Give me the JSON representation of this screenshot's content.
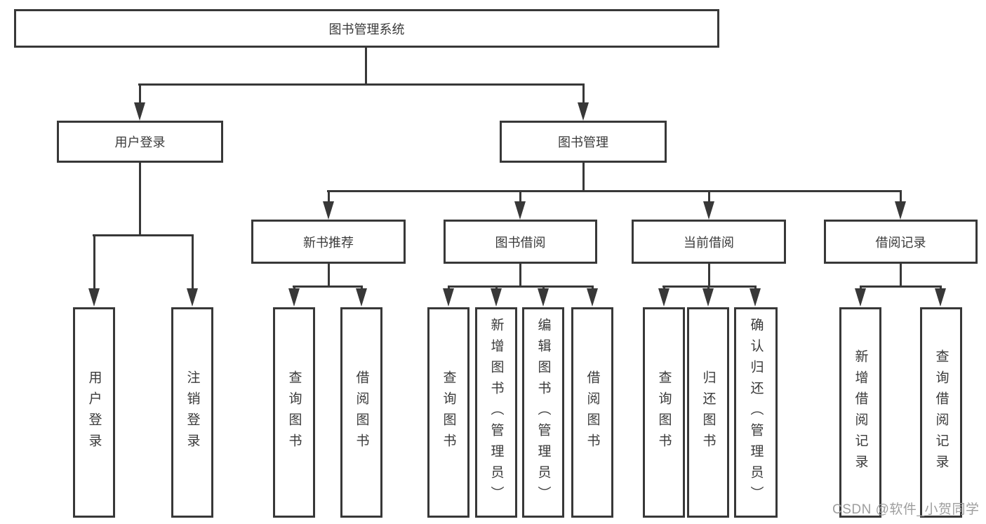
{
  "root": {
    "label": "图书管理系统"
  },
  "level2": [
    {
      "label": "用户登录"
    },
    {
      "label": "图书管理"
    }
  ],
  "level3": [
    {
      "label": "新书推荐",
      "parent": "图书管理"
    },
    {
      "label": "图书借阅",
      "parent": "图书管理"
    },
    {
      "label": "当前借阅",
      "parent": "图书管理"
    },
    {
      "label": "借阅记录",
      "parent": "图书管理"
    }
  ],
  "leaves": [
    {
      "label": "用户登录",
      "parent": "用户登录"
    },
    {
      "label": "注销登录",
      "parent": "用户登录"
    },
    {
      "label": "查询图书",
      "parent": "新书推荐"
    },
    {
      "label": "借阅图书",
      "parent": "新书推荐"
    },
    {
      "label": "查询图书",
      "parent": "图书借阅"
    },
    {
      "label": "新增图书（管理员）",
      "parent": "图书借阅"
    },
    {
      "label": "编辑图书（管理员）",
      "parent": "图书借阅"
    },
    {
      "label": "借阅图书",
      "parent": "图书借阅"
    },
    {
      "label": "查询图书",
      "parent": "当前借阅"
    },
    {
      "label": "归还图书",
      "parent": "当前借阅"
    },
    {
      "label": "确认归还（管理员）",
      "parent": "当前借阅"
    },
    {
      "label": "新增借阅记录",
      "parent": "借阅记录"
    },
    {
      "label": "查询借阅记录",
      "parent": "借阅记录"
    }
  ],
  "watermark": {
    "text": "CSDN @软件_小贺同学"
  },
  "colors": {
    "line": "#383838",
    "text": "#3a3a3a",
    "watermark": "#9e9e9e",
    "background": "#ffffff"
  }
}
